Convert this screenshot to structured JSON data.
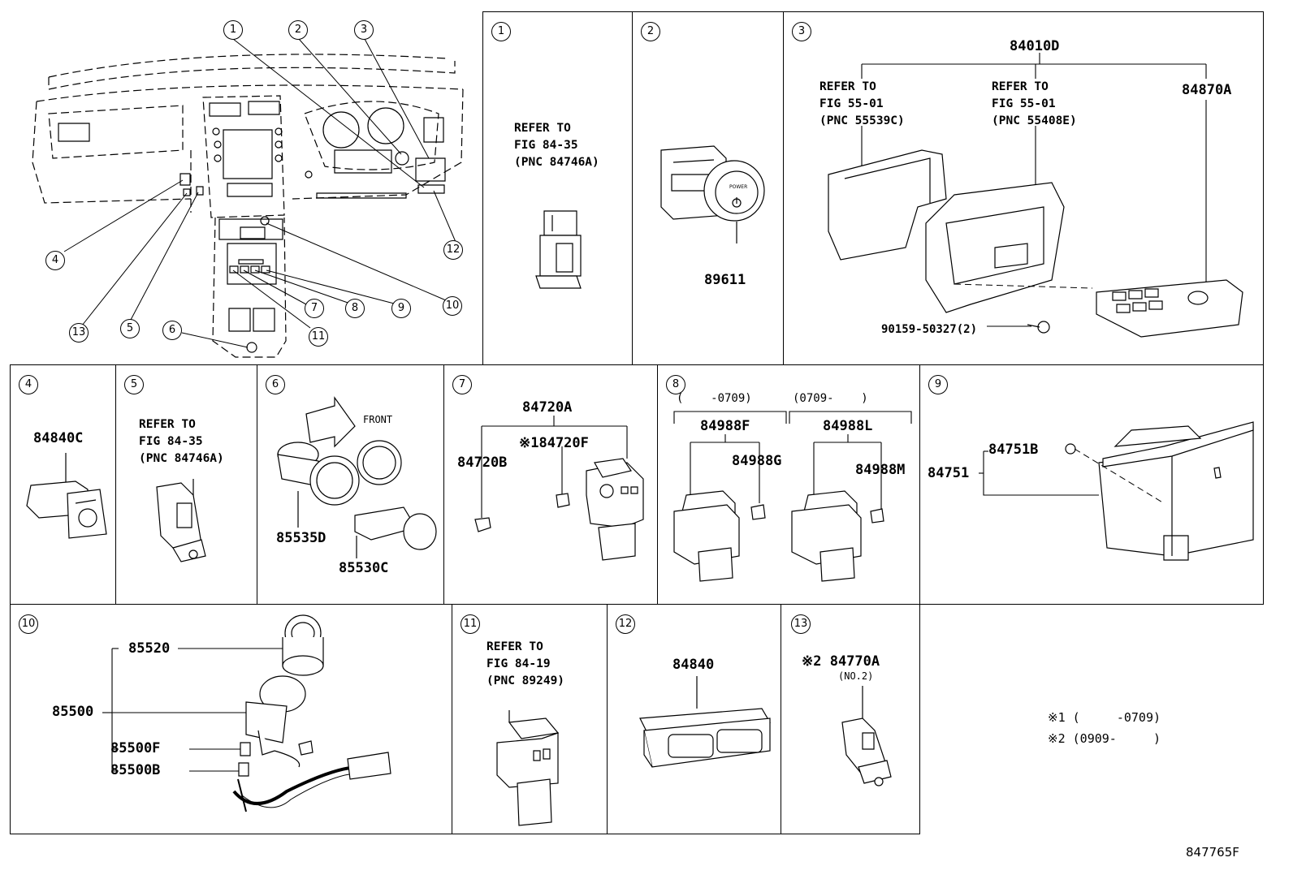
{
  "overview": {
    "callouts": [
      "1",
      "2",
      "3",
      "4",
      "5",
      "6",
      "7",
      "8",
      "9",
      "10",
      "11",
      "12",
      "13"
    ]
  },
  "panels": {
    "p1": {
      "num": "1",
      "note": "REFER TO\nFIG 84-35\n(PNC 84746A)"
    },
    "p2": {
      "num": "2",
      "part": "89611"
    },
    "p3": {
      "num": "3",
      "assembly": "84010D",
      "note_a": "REFER TO\nFIG 55-01\n(PNC 55539C)",
      "note_b": "REFER TO\nFIG 55-01\n(PNC 55408E)",
      "part": "84870A",
      "screw": "90159-50327(2)"
    },
    "p4": {
      "num": "4",
      "part": "84840C"
    },
    "p5": {
      "num": "5",
      "note": "REFER TO\nFIG 84-35\n(PNC 84746A)"
    },
    "p6": {
      "num": "6",
      "front": "FRONT",
      "part_a": "85535D",
      "part_b": "85530C"
    },
    "p7": {
      "num": "7",
      "assembly": "84720A",
      "part_a": "84720B",
      "part_b": "※184720F"
    },
    "p8": {
      "num": "8",
      "range_a": "(    -0709)",
      "range_b": "(0709-    )",
      "assy_a": "84988F",
      "part_a": "84988G",
      "assy_b": "84988L",
      "part_b": "84988M"
    },
    "p9": {
      "num": "9",
      "part_a": "84751B",
      "part_b": "84751"
    },
    "p10": {
      "num": "10",
      "part_a": "85520",
      "part_b": "85500",
      "part_c": "85500F",
      "part_d": "85500B"
    },
    "p11": {
      "num": "11",
      "note": "REFER TO\nFIG 84-19\n(PNC 89249)"
    },
    "p12": {
      "num": "12",
      "part": "84840"
    },
    "p13": {
      "num": "13",
      "part": "※2 84770A",
      "sub": "(NO.2)"
    }
  },
  "footnotes": {
    "line1": "※1 (     -0709)",
    "line2": "※2 (0909-     )"
  },
  "figure_id": "847765F"
}
